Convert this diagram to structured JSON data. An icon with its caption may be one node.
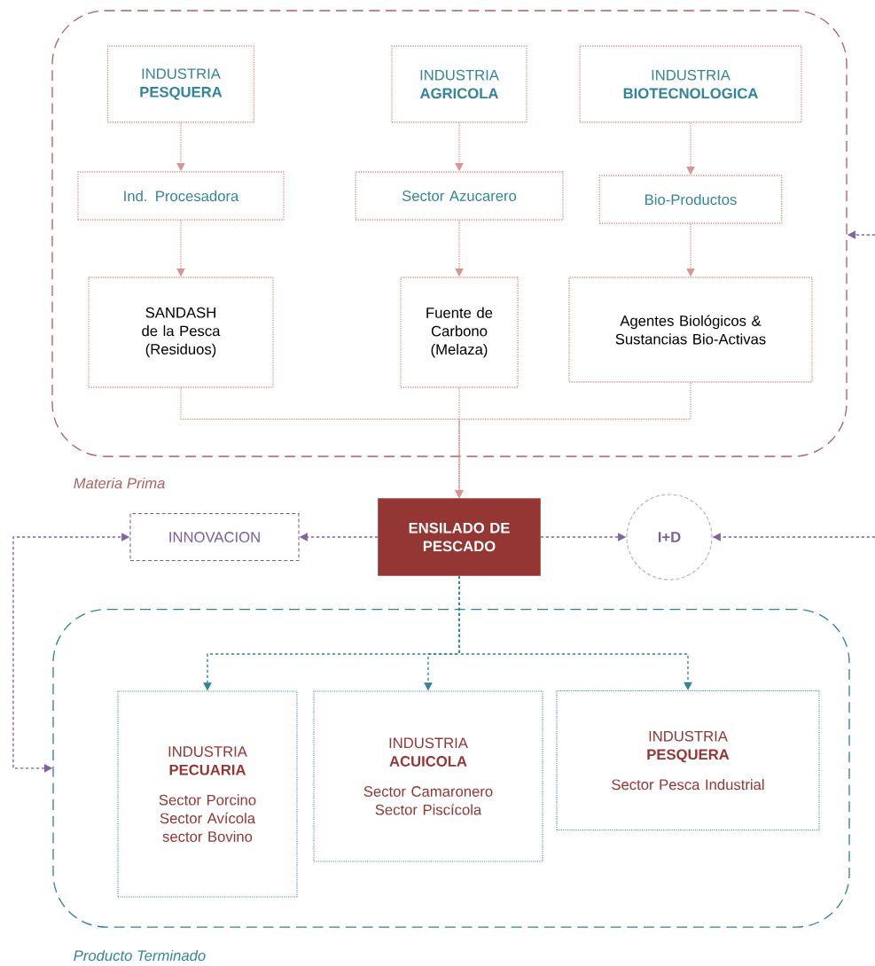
{
  "diagram": {
    "nodes": [
      {
        "text": [
          "Materia Prima"
        ]
      },
      {
        "text": [
          "INDUSTRIA **PESQUERA**"
        ],
        "in": 0
      },
      {
        "text": [
          "INDUSTRIA **AGRICOLA**"
        ],
        "in": 0
      },
      {
        "text": [
          "INDUSTRIA **BIOTECNOLOGICA**"
        ],
        "in": 0
      },
      {
        "text": [
          "Ind. Procesadora"
        ],
        "in": 0
      },
      {
        "text": [
          "Sector Azucarero"
        ],
        "in": 0
      },
      {
        "text": [
          "Bio-Productos"
        ],
        "in": 0
      },
      {
        "text": [
          "SANDASH de la Pesca (Residuos)"
        ],
        "in": 0
      },
      {
        "text": [
          "Fuente de Carbono (Melaza)"
        ],
        "in": 0
      },
      {
        "text": [
          "Agentes Biológicos & Sustancias Bio-Activas"
        ],
        "in": 0
      },
      {
        "text": [
          "ENSILADO DE PESCADO"
        ]
      },
      {
        "text": [
          "INNOVACION"
        ]
      },
      {
        "text": [
          "I+D"
        ]
      },
      {
        "text": [
          "Producto Terminado"
        ]
      },
      {
        "text": [
          "INDUSTRIA **PECUARIA**",
          "Sector Porcino Sector Avícola sector Bovino"
        ],
        "in": 13
      },
      {
        "text": [
          "INDUSTRIA **ACUICOLA**",
          "Sector Camaronero Sector Piscícola"
        ],
        "in": 13
      },
      {
        "text": [
          "INDUSTRIA **PESQUERA**",
          "Sector Pesca Industrial"
        ],
        "in": 13
      }
    ],
    "edges": [
      {
        "from": 1,
        "to": 4,
        "arrow": "to"
      },
      {
        "from": 2,
        "to": 5,
        "arrow": "to"
      },
      {
        "from": 3,
        "to": 6,
        "arrow": "to"
      },
      {
        "from": 4,
        "to": 7,
        "arrow": "to"
      },
      {
        "from": 5,
        "to": 8,
        "arrow": "to"
      },
      {
        "from": 6,
        "to": 9,
        "arrow": "to"
      },
      {
        "from": 7,
        "to": 10,
        "arrow": "to"
      },
      {
        "from": 8,
        "to": 10,
        "arrow": "to"
      },
      {
        "from": 9,
        "to": 10,
        "arrow": "to"
      },
      {
        "from": 10,
        "to": 11,
        "arrow": "to",
        "color": "#8064a2"
      },
      {
        "from": 10,
        "to": 12,
        "arrow": "to",
        "color": "#8064a2"
      },
      {
        "from": null,
        "to": 12,
        "arrow": "to",
        "color": "#8064a2"
      },
      {
        "from": null,
        "to": 0,
        "arrow": "to",
        "color": "#8064a2"
      },
      {
        "from": 13,
        "to": 11,
        "arrow": "both",
        "color": "#8064a2"
      },
      {
        "from": 10,
        "to": 14,
        "arrow": "to",
        "color": "#31849b"
      },
      {
        "from": 10,
        "to": 15,
        "arrow": "to",
        "color": "#31849b"
      },
      {
        "from": 10,
        "to": 16,
        "arrow": "to",
        "color": "#31849b"
      }
    ]
  }
}
